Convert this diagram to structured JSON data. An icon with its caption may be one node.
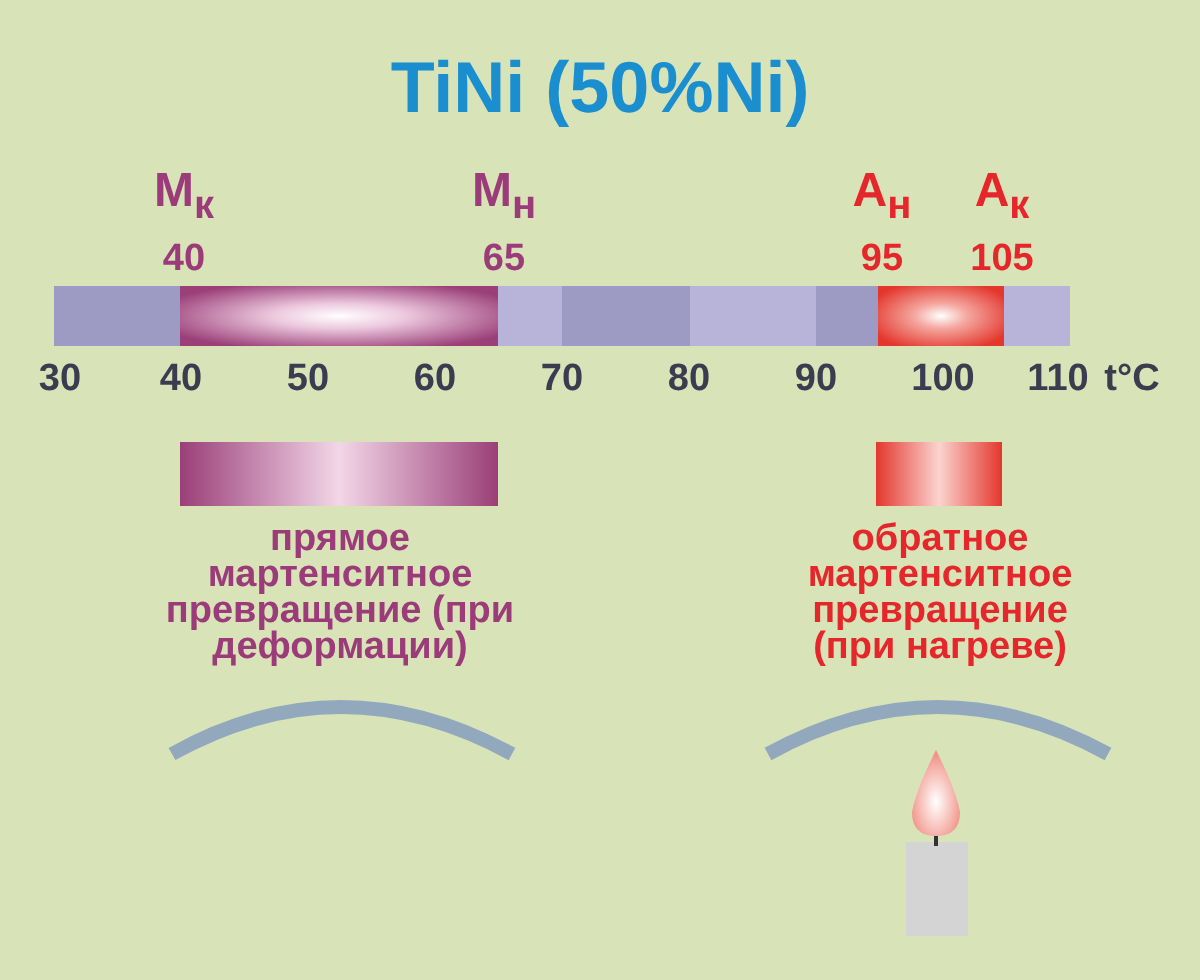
{
  "diagram": {
    "title": "TiNi (50%Ni)",
    "nodes": [
      {
        "text": [
          "прямое мартенситное превращение (при деформации)"
        ]
      },
      {
        "text": [
          "обратное мартенситное превращение (при нагреве)"
        ]
      }
    ],
    "labels": [
      "М$_{к}$",
      "40",
      "М$_{н}$",
      "65",
      "А$_{н}$",
      "95",
      "А$_{к}$",
      "105",
      "30",
      "40",
      "50",
      "60",
      "70",
      "80",
      "90",
      "100",
      "110",
      "t°C"
    ]
  }
}
